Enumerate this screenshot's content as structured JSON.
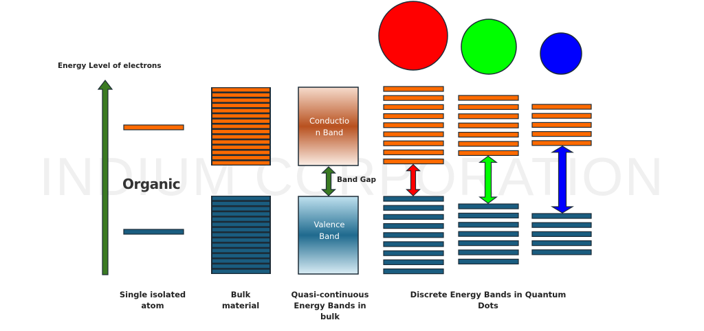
{
  "watermark": "INDIUM CORPORATION",
  "axis_title": "Energy Level of electrons",
  "organic_label": "Organic",
  "band_gap_label": "Band Gap",
  "conduction_band_label": [
    "Conductio",
    "n Band"
  ],
  "valence_band_label": [
    "Valence",
    "Band"
  ],
  "captions": {
    "single_atom": [
      "Single isolated",
      "atom"
    ],
    "bulk": [
      "Bulk",
      "material"
    ],
    "quasi": [
      "Quasi-continuous",
      "Energy Bands in",
      "bulk"
    ],
    "quantum_dots": [
      "Discrete Energy Bands in Quantum",
      "Dots"
    ]
  },
  "colors": {
    "conduction": "#ff6a00",
    "valence": "#1a5d80",
    "outline": "#1c2b36",
    "axis_arrow": "#3a7a22",
    "dot_red": "#ff0000",
    "dot_green": "#00ff00",
    "dot_blue": "#0000ff"
  },
  "bulk_material": {
    "conduction_lines": 15,
    "valence_lines": 15
  },
  "quantum_dots": [
    {
      "name": "red",
      "size_rank": "large",
      "conduction_levels": 9,
      "valence_levels": 9,
      "gap_arrow_color": "#ff0000"
    },
    {
      "name": "green",
      "size_rank": "medium",
      "conduction_levels": 7,
      "valence_levels": 7,
      "gap_arrow_color": "#00ff00"
    },
    {
      "name": "blue",
      "size_rank": "small",
      "conduction_levels": 5,
      "valence_levels": 5,
      "gap_arrow_color": "#0000ff"
    }
  ]
}
